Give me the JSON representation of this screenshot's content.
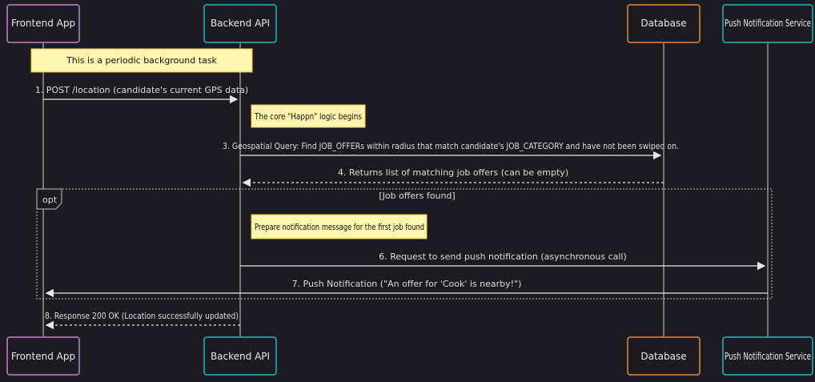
{
  "participants": [
    {
      "id": "frontend",
      "label": "Frontend App",
      "border": "#c77dd8"
    },
    {
      "id": "backend",
      "label": "Backend API",
      "border": "#2bb3c0"
    },
    {
      "id": "database",
      "label": "Database",
      "border": "#e08a3c"
    },
    {
      "id": "push",
      "label": "Push Notification Service",
      "border": "#2bb3c0"
    }
  ],
  "notes": {
    "periodic": "This is a periodic background task",
    "happn": "The core \"Happn\" logic begins",
    "prepare": "Prepare notification message for the first job found"
  },
  "messages": {
    "m1": "1. POST /location (candidate's current GPS data)",
    "m3": "3. Geospatial Query: Find JOB_OFFERs within radius that match candidate's JOB_CATEGORY and have not been swiped on.",
    "m4": "4. Returns list of matching job offers (can be empty)",
    "m6": "6. Request to send push notification (asynchronous call)",
    "m7": "7. Push Notification (\"An offer for 'Cook' is nearby!\")",
    "m8": "8. Response 200 OK (Location successfully updated)"
  },
  "opt_frame": {
    "keyword": "opt",
    "condition": "[Job offers found]"
  },
  "colors": {
    "background": "#1c1b22",
    "lifeline": "#d0d0d0",
    "arrow": "#e6e6e6",
    "note_fill": "#fff5ad",
    "note_border": "#e6c74c",
    "frame_border": "#bfbfbf"
  }
}
